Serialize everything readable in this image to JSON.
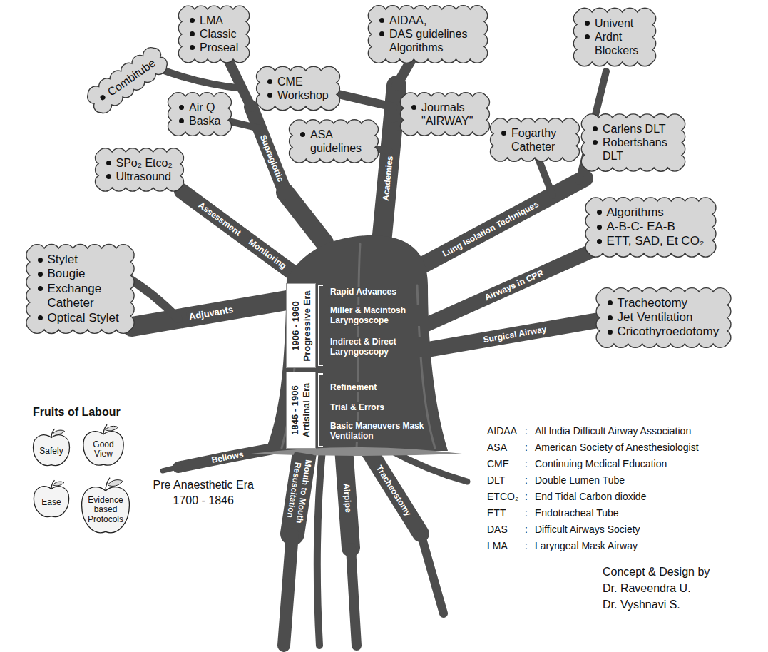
{
  "diagram": {
    "nodes": [
      {
        "text": [
          "Combitube"
        ]
      },
      {
        "text": [
          "LMA",
          "Classic",
          "Proseal"
        ]
      },
      {
        "text": [
          "CME",
          "Workshop"
        ]
      },
      {
        "text": [
          "AIDAA,",
          "DAS guidelines Algorithms"
        ]
      },
      {
        "text": [
          "Univent",
          "Ardnt Blockers"
        ]
      },
      {
        "text": [
          "Air Q",
          "Baska"
        ]
      },
      {
        "text": [
          "ASA guidelines"
        ]
      },
      {
        "text": [
          "Journals \"AIRWAY\""
        ]
      },
      {
        "text": [
          "Fogarthy Catheter"
        ]
      },
      {
        "text": [
          "Carlens DLT",
          "Robertshans DLT"
        ]
      },
      {
        "text": [
          "SPo₂ Etco₂",
          "Ultrasound"
        ]
      },
      {
        "text": [
          "Stylet",
          "Bougie",
          "Exchange Catheter",
          "Optical Stylet"
        ]
      },
      {
        "text": [
          "Algorithms",
          "A-B-C- EA-B",
          "ETT, SAD, Et CO₂"
        ]
      },
      {
        "text": [
          "Tracheotomy",
          "Jet Ventilation",
          "Cricothyroedotomy"
        ]
      },
      {
        "text": [
          "1906 - 1960",
          "Progressive Era"
        ]
      },
      {
        "text": [
          "1846 - 1906",
          "Artisinal Era"
        ]
      },
      {
        "text": [
          "Safely"
        ]
      },
      {
        "text": [
          "Good View"
        ]
      },
      {
        "text": [
          "Ease"
        ]
      },
      {
        "text": [
          "Evidence based Protocols"
        ]
      }
    ],
    "labels": [
      "Supraglottic",
      "Academies",
      "Assessment",
      "Monitoring",
      "Adjuvants",
      "Lung Isolation Techniques",
      "Airways in CPR",
      "Surgical Airway",
      "Rapid Advances",
      "Miller & Macintosh Laryngoscope",
      "Indirect & Direct Laryngoscopy",
      "Refinement",
      "Trial & Errors",
      "Basic Maneuvers Mask Ventilation",
      "Bellows",
      "Mouth to Mouth Resuscitation",
      "Airpipe",
      "Tracheostomy",
      "Pre Anaesthetic Era",
      "1700 - 1846",
      "Fruits of Labour",
      "AIDAA",
      ":",
      "All India Difficult Airway Association",
      "ASA",
      ":",
      "American Society of Anesthesiologist",
      "CME",
      ":",
      "Continuing Medical Education",
      "DLT",
      ":",
      "Double Lumen Tube",
      "ETCO₂",
      ":",
      "End Tidal Carbon dioxide",
      "ETT",
      ":",
      "Endotracheal Tube",
      "DAS",
      ":",
      "Difficult Airways Society",
      "LMA",
      ":",
      "Laryngeal Mask Airway",
      "Concept & Design by",
      "Dr. Raveendra U.",
      "Dr. Vyshnavi S."
    ]
  }
}
